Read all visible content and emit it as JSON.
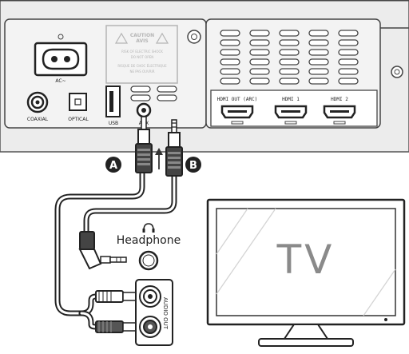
{
  "panel": {
    "power": {
      "label": "AC~"
    },
    "caution": {
      "title_lines": [
        "CAUTION",
        "AVIS"
      ],
      "body_lines": [
        "RISK OF ELECTRIC SHOCK",
        "DO NOT OPEN",
        "RISQUE DE CHOC ÉLECTRIQUE",
        "NE PAS OUVRIR"
      ]
    },
    "ports": {
      "coaxial": "COAXIAL",
      "optical": "OPTICAL",
      "usb": "USB",
      "aux": "AUX"
    },
    "hdmi": [
      "HDMI OUT (ARC)",
      "HDMI 1",
      "HDMI 2"
    ]
  },
  "markers": {
    "a": "A",
    "b": "B"
  },
  "headphone": {
    "label": "Headphone"
  },
  "audio_out": {
    "label": "AUDIO OUT"
  },
  "tv": {
    "label": "TV"
  }
}
